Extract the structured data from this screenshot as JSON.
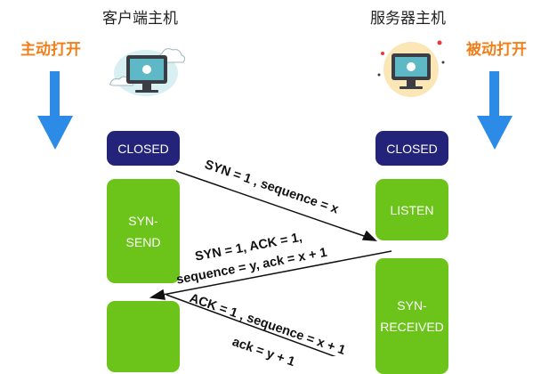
{
  "client": {
    "title": "客户端主机",
    "side_label": "主动打开",
    "states": [
      "CLOSED",
      "SYN-\nSEND"
    ]
  },
  "server": {
    "title": "服务器主机",
    "side_label": "被动打开",
    "states": [
      "CLOSED",
      "LISTEN",
      "SYN-\nRECEIVED"
    ]
  },
  "messages": {
    "m1": "SYN = 1 , sequence = x",
    "m2_line1": "SYN = 1, ACK = 1,",
    "m2_line2": "sequence = y, ack = x + 1",
    "m3_line1": "ACK = 1 , sequence = x + 1",
    "m3_line2": "ack = y + 1"
  },
  "colors": {
    "closed_box": "#23237a",
    "state_box": "#6cc41b",
    "side_label": "#f07f1a",
    "down_arrow": "#2b8be6"
  },
  "icons": {
    "client_computer": "computer-with-cloud-icon",
    "server_computer": "computer-with-sun-icon"
  }
}
